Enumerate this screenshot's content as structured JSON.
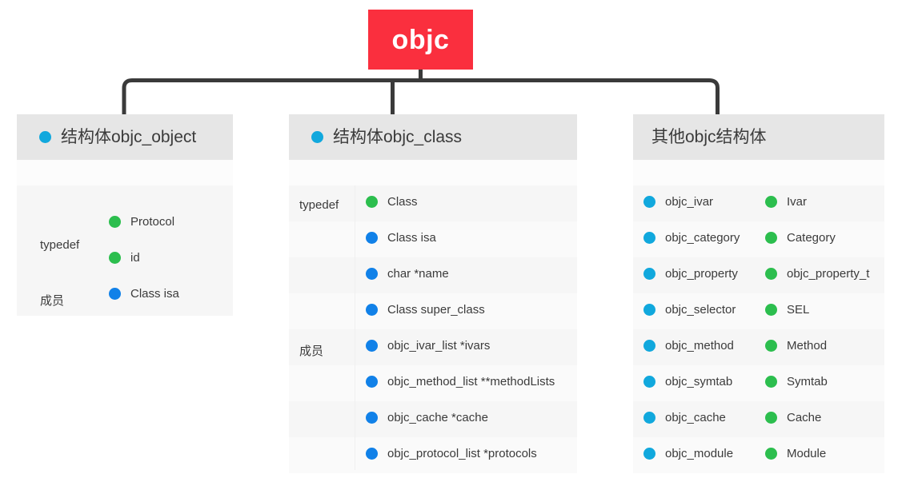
{
  "diagram": {
    "root": {
      "label": "objc",
      "color": "#fa2f3e",
      "text_color": "#ffffff"
    },
    "palette": {
      "cyan": "#11a8dd",
      "green": "#2cbe4e",
      "blue": "#1181e8",
      "header_bg": "#e6e6e6",
      "body_bg": "#f6f6f6",
      "connector": "#3a3a3a"
    },
    "columns": [
      {
        "id": "objc_object",
        "header": {
          "icon": "cyan-dot-icon",
          "title": "结构体objc_object"
        },
        "groups": [
          {
            "label": "typedef",
            "items": [
              {
                "dot": "green",
                "text": "Protocol"
              },
              {
                "dot": "green",
                "text": "id"
              }
            ]
          },
          {
            "label": "成员",
            "items": [
              {
                "dot": "blue",
                "text": "Class isa"
              }
            ]
          }
        ]
      },
      {
        "id": "objc_class",
        "header": {
          "icon": "cyan-dot-icon",
          "title": "结构体objc_class"
        },
        "groups": [
          {
            "label": "typedef",
            "items": [
              {
                "dot": "green",
                "text": "Class"
              }
            ]
          },
          {
            "label": "成员",
            "items": [
              {
                "dot": "blue",
                "text": "Class isa"
              },
              {
                "dot": "blue",
                "text": "char *name"
              },
              {
                "dot": "blue",
                "text": "Class super_class"
              },
              {
                "dot": "blue",
                "text": "objc_ivar_list *ivars"
              },
              {
                "dot": "blue",
                "text": "objc_method_list **methodLists"
              },
              {
                "dot": "blue",
                "text": "objc_cache *cache"
              },
              {
                "dot": "blue",
                "text": "objc_protocol_list *protocols"
              }
            ]
          }
        ]
      },
      {
        "id": "objc_other",
        "header": {
          "icon": null,
          "title": "其他objc结构体"
        },
        "pairs": [
          {
            "left": "objc_ivar",
            "right": "Ivar"
          },
          {
            "left": "objc_category",
            "right": "Category"
          },
          {
            "left": "objc_property",
            "right": "objc_property_t"
          },
          {
            "left": "objc_selector",
            "right": "SEL"
          },
          {
            "left": "objc_method",
            "right": "Method"
          },
          {
            "left": "objc_symtab",
            "right": "Symtab"
          },
          {
            "left": "objc_cache",
            "right": "Cache"
          },
          {
            "left": "objc_module",
            "right": "Module"
          }
        ]
      }
    ]
  }
}
